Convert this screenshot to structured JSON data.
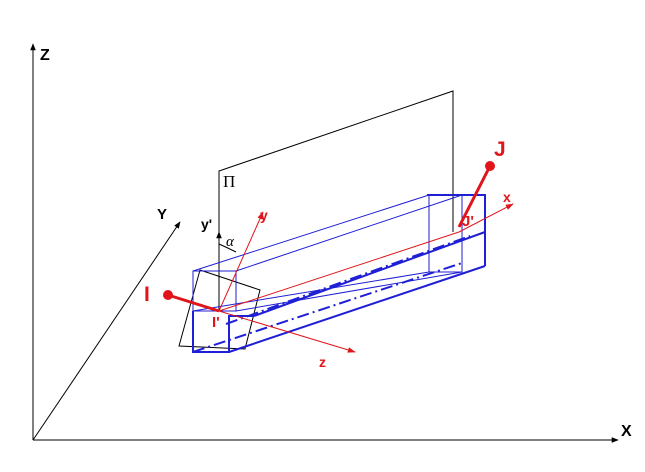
{
  "axes": {
    "global_x": "X",
    "global_y": "Y",
    "global_z": "Z"
  },
  "local_axes": {
    "x": "x",
    "y": "y",
    "z": "z",
    "y_prime": "y'",
    "angle": "α"
  },
  "plane_label": "Π",
  "nodes": {
    "i": "I",
    "j": "J",
    "i_prime": "I'",
    "j_prime": "J'"
  },
  "colors": {
    "black": "#000000",
    "red": "#e0151b",
    "blue": "#1f1fd6"
  }
}
